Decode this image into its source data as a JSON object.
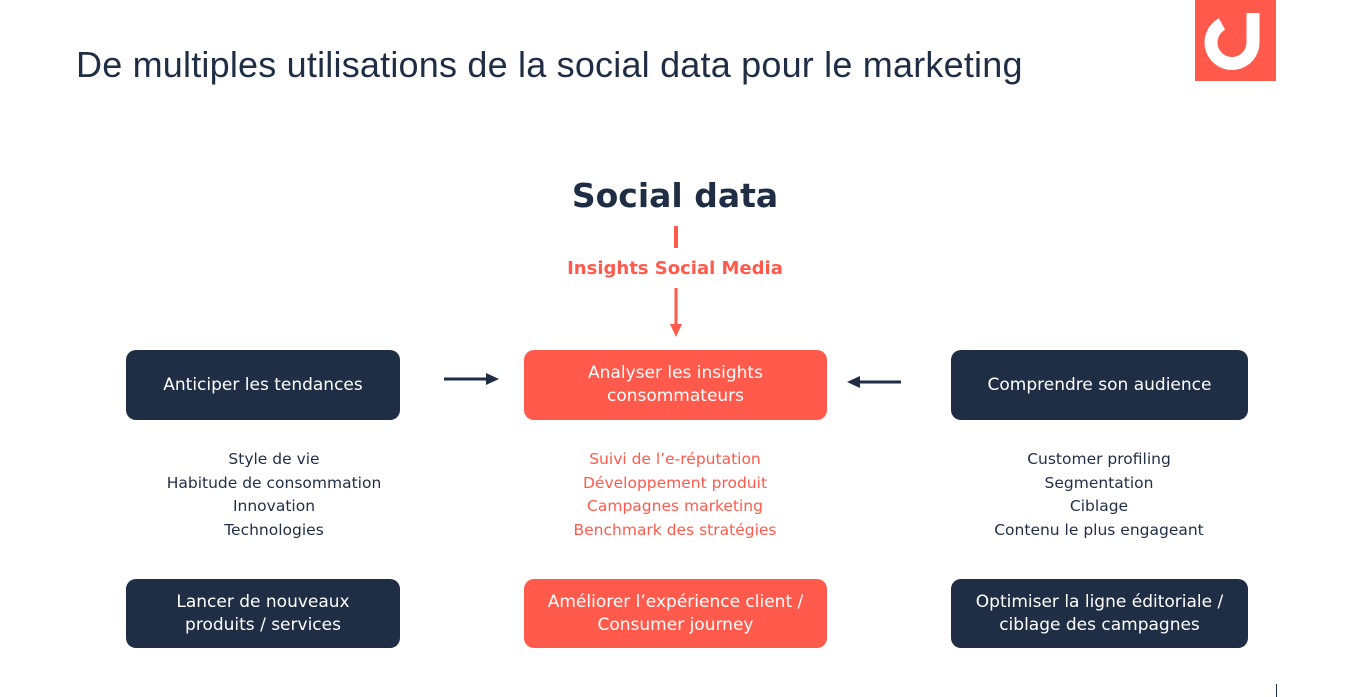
{
  "title": "De multiples utilisations de la social data pour le marketing",
  "center": {
    "heading": "Social data",
    "subheading": "Insights Social Media",
    "main_box": "Analyser les insights consommateurs",
    "list": [
      "Suivi de l’e-réputation",
      "Développement produit",
      "Campagnes marketing",
      "Benchmark des stratégies"
    ],
    "bottom_box": "Améliorer l’expérience client / Consumer journey"
  },
  "left": {
    "main_box": "Anticiper les tendances",
    "list": [
      "Style de vie",
      "Habitude de consommation",
      "Innovation",
      "Technologies"
    ],
    "bottom_box": "Lancer de nouveaux produits / services"
  },
  "right": {
    "main_box": "Comprendre son audience",
    "list": [
      "Customer profiling",
      "Segmentation",
      "Ciblage",
      "Contenu le plus engageant"
    ],
    "bottom_box": "Optimiser la ligne éditoriale / ciblage des campagnes"
  },
  "colors": {
    "navy": "#1f2d45",
    "coral": "#ff5a4c"
  }
}
